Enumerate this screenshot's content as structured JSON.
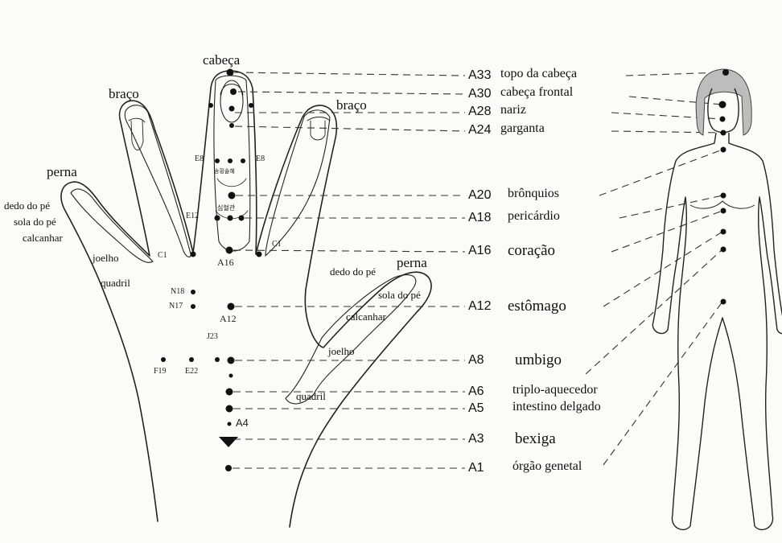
{
  "hand_labels": {
    "cabeca": "cabeça",
    "braco_left": "braço",
    "braco_right": "braço",
    "perna_left": "perna",
    "perna_right": "perna",
    "dedo_do_pe_left": "dedo do pé",
    "sola_do_pe_left": "sola do pé",
    "calcanhar_left": "calcanhar",
    "joelho_left": "joelho",
    "quadril_left": "quadril",
    "dedo_do_pe_right": "dedo do pé",
    "sola_do_pe_right": "sola do pé",
    "calcanhar_right": "calcanhar",
    "joelho_right": "joelho",
    "quadril_right": "quadril"
  },
  "point_codes": {
    "e8_left": "E8",
    "e8_right": "E8",
    "e12": "E12",
    "c1_left": "C1",
    "c1_right": "C1",
    "n18": "N18",
    "n17": "N17",
    "j23": "J23",
    "f19": "F19",
    "e22": "E22",
    "a16": "A16",
    "a12": "A12",
    "a4": "A4",
    "korean_1": "송횡솔혜",
    "korean_2": "심혈관"
  },
  "legend": [
    {
      "code": "A33",
      "name": "topo da cabeça"
    },
    {
      "code": "A30",
      "name": "cabeça frontal"
    },
    {
      "code": "A28",
      "name": "nariz"
    },
    {
      "code": "A24",
      "name": "garganta"
    },
    {
      "code": "A20",
      "name": "brônquios"
    },
    {
      "code": "A18",
      "name": "pericárdio"
    },
    {
      "code": "A16",
      "name": "coração"
    },
    {
      "code": "A12",
      "name": "estômago"
    },
    {
      "code": "A8",
      "name": "umbigo"
    },
    {
      "code": "A6",
      "name": "triplo-aquecedor"
    },
    {
      "code": "A5",
      "name": "intestino delgado"
    },
    {
      "code": "A3",
      "name": "bexiga"
    },
    {
      "code": "A1",
      "name": "órgão genetal"
    }
  ],
  "colors": {
    "ink": "#111111",
    "hair": "#bdbdbd",
    "background": "#fbfbf9"
  }
}
